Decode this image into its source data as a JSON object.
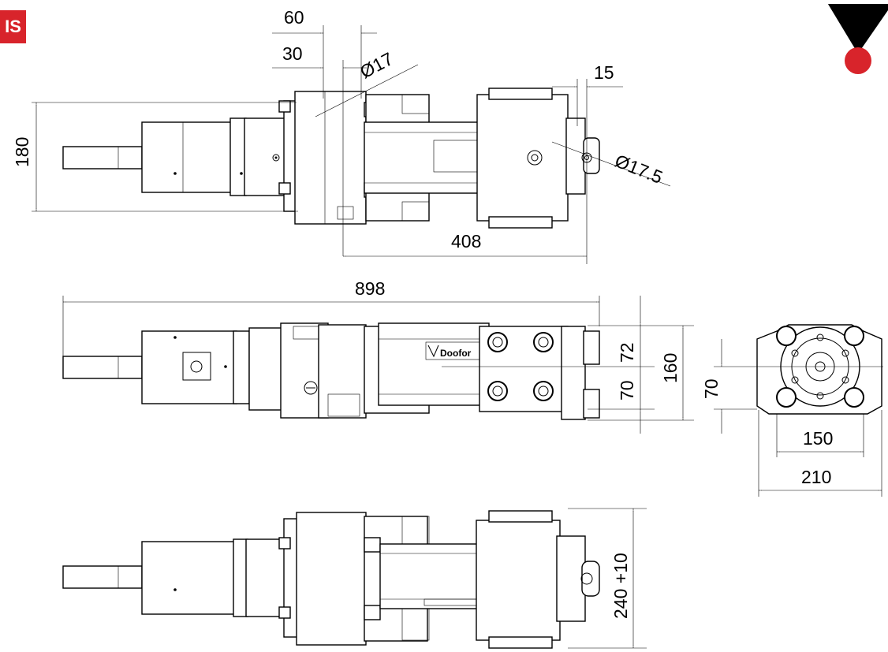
{
  "badge": {
    "text": "IS",
    "color": "#d8242b"
  },
  "logo": {
    "triangle_color": "#000000",
    "dot_color": "#d8242b"
  },
  "top_view": {
    "dim_width_60": "60",
    "dim_width_30": "30",
    "dim_hole_front": "Ø17",
    "dim_offset_15": "15",
    "dim_hole_rear": "Ø17.5",
    "dim_height_180": "180",
    "dim_length_408": "408"
  },
  "side_view": {
    "dim_overall_length": "898",
    "dim_upper_72": "72",
    "dim_lower_70": "70",
    "dim_total_160": "160",
    "brand_label": "Doofor"
  },
  "end_view": {
    "dim_height_70": "70",
    "dim_width_150": "150",
    "dim_width_210": "210"
  },
  "bottom_view": {
    "dim_height_240": "240 +10"
  }
}
